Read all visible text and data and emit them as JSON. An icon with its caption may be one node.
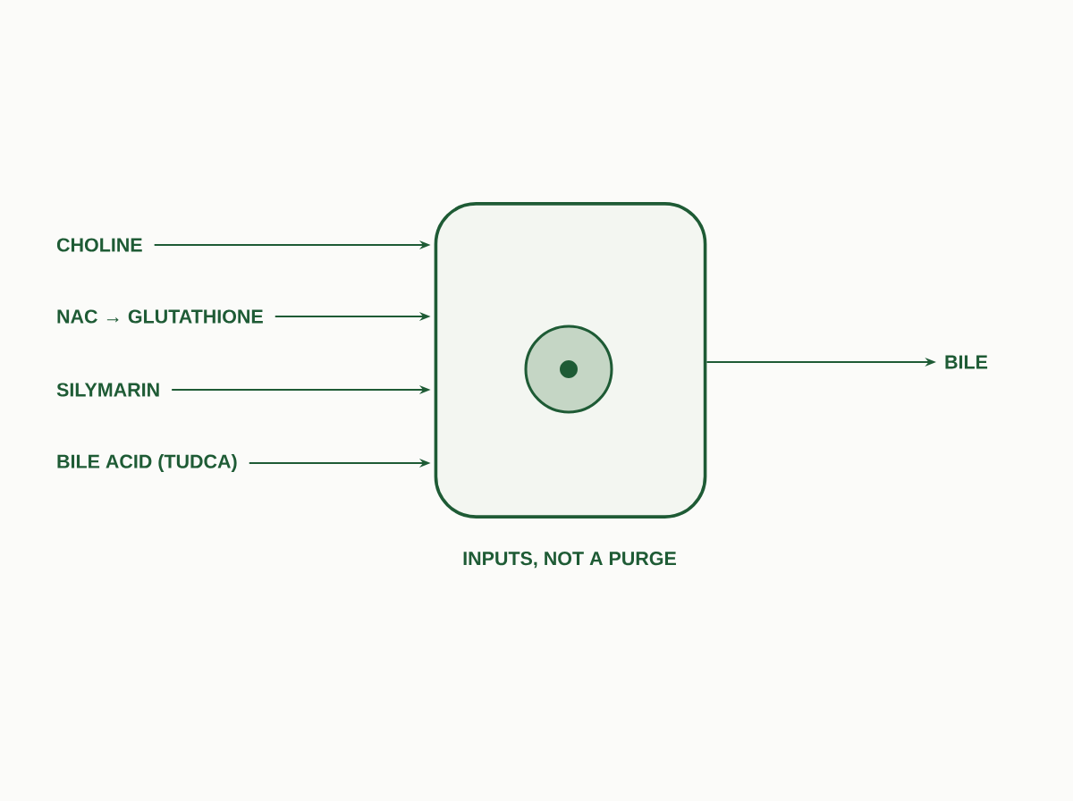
{
  "diagram": {
    "nodes": [
      {
        "text": [
          "CHOLINE"
        ]
      },
      {
        "text": [
          "NAC → GLUTATHIONE"
        ]
      },
      {
        "text": [
          "SILYMARIN"
        ]
      },
      {
        "text": [
          "BILE ACID (TUDCA)"
        ]
      },
      {
        "text": [],
        "shape": "box",
        "beside": [
          "INPUTS, NOT A PURGE"
        ]
      },
      {
        "text": [
          "BILE"
        ]
      }
    ],
    "edges": [
      {
        "from": 0,
        "to": 4,
        "arrow": "to"
      },
      {
        "from": 1,
        "to": 4,
        "arrow": "to"
      },
      {
        "from": 2,
        "to": 4,
        "arrow": "to"
      },
      {
        "from": 3,
        "to": 4,
        "arrow": "to"
      },
      {
        "from": 4,
        "to": 5,
        "arrow": "to"
      }
    ]
  }
}
